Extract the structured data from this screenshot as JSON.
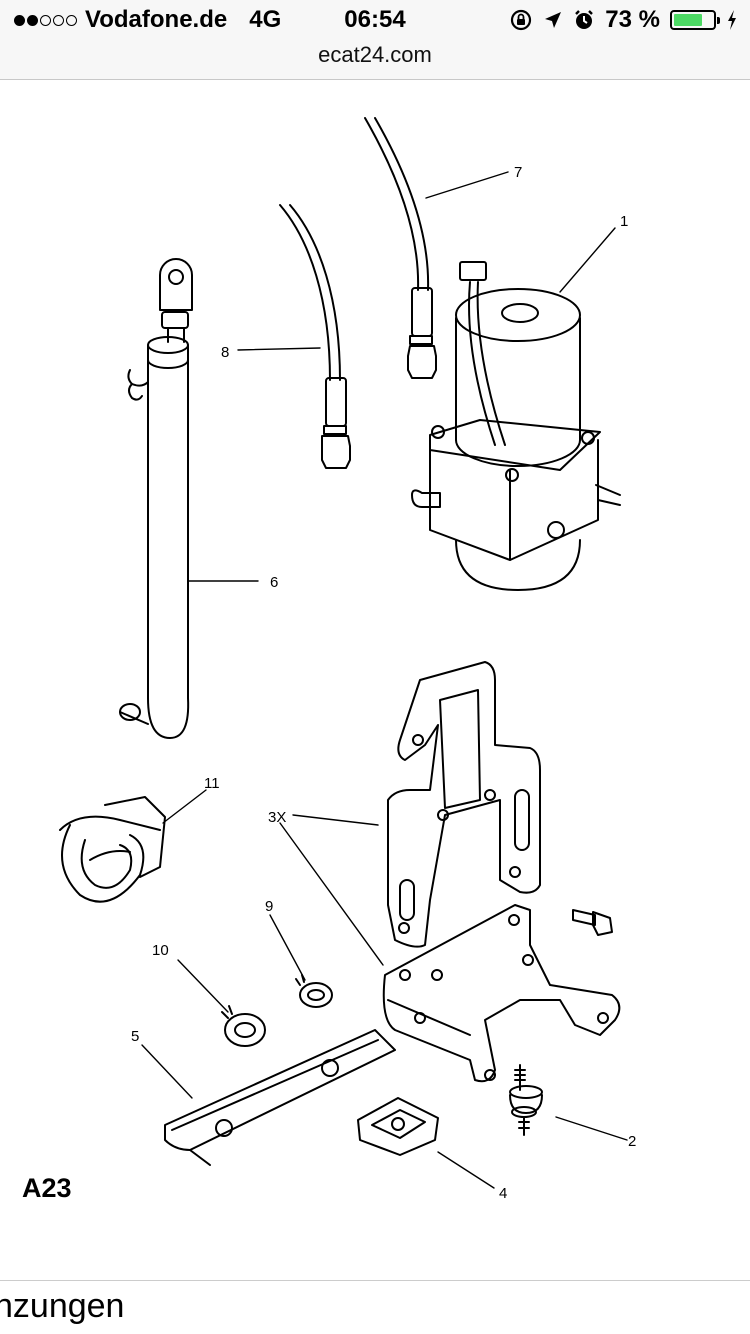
{
  "status_bar": {
    "signal_dots_filled": 2,
    "signal_dots_total": 5,
    "carrier": "Vodafone.de",
    "network": "4G",
    "time": "06:54",
    "battery_percent": "73 %",
    "battery_level": 0.73,
    "battery_color": "#4cd964",
    "icons": [
      "orientation-lock-icon",
      "location-arrow-icon",
      "alarm-icon",
      "charging-bolt-icon"
    ]
  },
  "browser": {
    "url": "ecat24.com"
  },
  "diagram": {
    "figure_id": "A23",
    "callouts": {
      "c1": "1",
      "c2": "2",
      "c3x": "3X",
      "c4": "4",
      "c5": "5",
      "c6": "6",
      "c7": "7",
      "c8": "8",
      "c9": "9",
      "c10": "10",
      "c11": "11"
    }
  },
  "footer": {
    "partial_text": "nzungen"
  }
}
